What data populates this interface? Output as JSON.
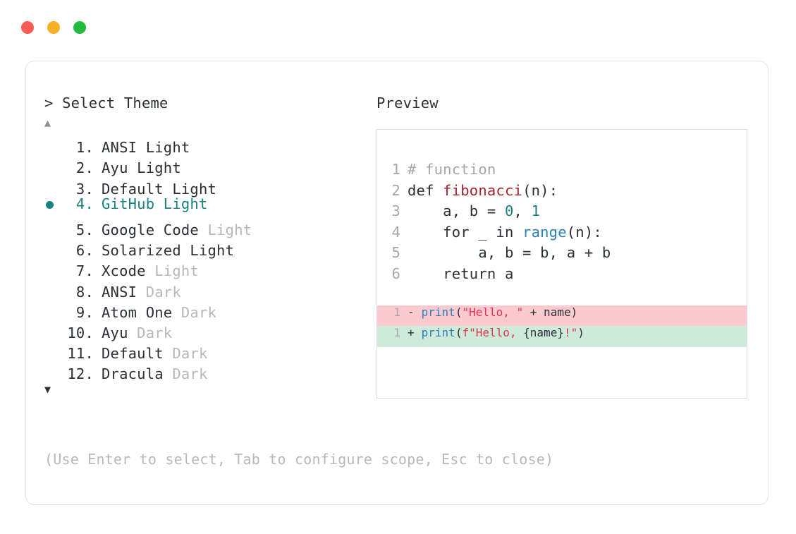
{
  "window": {
    "traffic_lights": [
      {
        "name": "close-button",
        "color": "#f65b54"
      },
      {
        "name": "minimize-button",
        "color": "#f5b125"
      },
      {
        "name": "maximize-button",
        "color": "#23bb3f"
      }
    ]
  },
  "selector": {
    "prompt_symbol": "> ",
    "title": "Select Theme",
    "scroll_up_arrow": "▲",
    "scroll_down_arrow": "▼",
    "selected_index": 4,
    "accent_color": "#17827f",
    "items": [
      {
        "number": " 1.",
        "name": "ANSI Light",
        "variant": "",
        "selected": false
      },
      {
        "number": " 2.",
        "name": "Ayu Light",
        "variant": "",
        "selected": false
      },
      {
        "number": " 3.",
        "name": "Default Light",
        "variant": "",
        "selected": false
      },
      {
        "number": " 4.",
        "name": "GitHub Light",
        "variant": "",
        "selected": true
      },
      {
        "number": " 5.",
        "name": "Google Code",
        "variant": " Light",
        "selected": false
      },
      {
        "number": " 6.",
        "name": "Solarized Light",
        "variant": "",
        "selected": false
      },
      {
        "number": " 7.",
        "name": "Xcode",
        "variant": " Light",
        "selected": false
      },
      {
        "number": " 8.",
        "name": "ANSI",
        "variant": " Dark",
        "selected": false
      },
      {
        "number": " 9.",
        "name": "Atom One",
        "variant": " Dark",
        "selected": false
      },
      {
        "number": "10.",
        "name": "Ayu",
        "variant": " Dark",
        "selected": false
      },
      {
        "number": "11.",
        "name": "Default",
        "variant": " Dark",
        "selected": false
      },
      {
        "number": "12.",
        "name": "Dracula",
        "variant": " Dark",
        "selected": false
      }
    ],
    "hint": "(Use Enter to select, Tab to configure scope, Esc to close)"
  },
  "preview": {
    "label": "Preview",
    "code_lines": [
      {
        "n": "1",
        "tokens": [
          {
            "t": "# function",
            "c": "comment"
          }
        ]
      },
      {
        "n": "2",
        "tokens": [
          {
            "t": "def ",
            "c": "plain"
          },
          {
            "t": "fibonacci",
            "c": "func"
          },
          {
            "t": "(n):",
            "c": "plain"
          }
        ]
      },
      {
        "n": "3",
        "tokens": [
          {
            "t": "    a, b = ",
            "c": "plain"
          },
          {
            "t": "0",
            "c": "number"
          },
          {
            "t": ", ",
            "c": "plain"
          },
          {
            "t": "1",
            "c": "number"
          }
        ]
      },
      {
        "n": "4",
        "tokens": [
          {
            "t": "    for _ in ",
            "c": "plain"
          },
          {
            "t": "range",
            "c": "builtin"
          },
          {
            "t": "(n):",
            "c": "plain"
          }
        ]
      },
      {
        "n": "5",
        "tokens": [
          {
            "t": "        a, b = b, a + b",
            "c": "plain"
          }
        ]
      },
      {
        "n": "6",
        "tokens": [
          {
            "t": "    return a",
            "c": "plain"
          }
        ]
      }
    ],
    "diff_lines": [
      {
        "n": "1",
        "sign": "-",
        "kind": "del",
        "background": "#fbc9ce",
        "tokens": [
          {
            "t": "print",
            "c": "builtin"
          },
          {
            "t": "(",
            "c": "plain"
          },
          {
            "t": "\"Hello, \"",
            "c": "string"
          },
          {
            "t": " + name)",
            "c": "plain"
          }
        ]
      },
      {
        "n": "1",
        "sign": "+",
        "kind": "add",
        "background": "#cdeadb",
        "tokens": [
          {
            "t": "print",
            "c": "builtin"
          },
          {
            "t": "(",
            "c": "plain"
          },
          {
            "t": "f\"Hello, ",
            "c": "string"
          },
          {
            "t": "{name}",
            "c": "plain"
          },
          {
            "t": "!\"",
            "c": "string"
          },
          {
            "t": ")",
            "c": "plain"
          }
        ]
      }
    ]
  }
}
